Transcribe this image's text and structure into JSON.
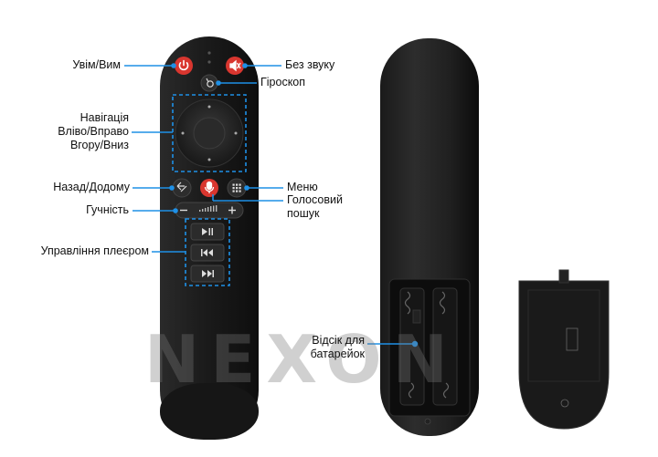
{
  "labels": {
    "power": "Увім/Вим",
    "mute": "Без звуку",
    "gyro": "Гіроскоп",
    "nav_line1": "Навігація",
    "nav_line2": "Вліво/Вправо",
    "nav_line3": "Вгору/Вниз",
    "back_home": "Назад/Додому",
    "menu": "Меню",
    "voice_line1": "Голосовий",
    "voice_line2": "пошук",
    "volume": "Гучність",
    "player": "Управління плеєром",
    "battery_line1": "Відсік для",
    "battery_line2": "батарейок"
  },
  "watermark": "NEXON",
  "colors": {
    "accent": "#1e90e6",
    "red_button": "#d9362f",
    "remote_body": "#1f1f1f"
  },
  "icons": [
    "power-icon",
    "mute-icon",
    "gyro-icon",
    "back-home-icon",
    "microphone-icon",
    "menu-grid-icon",
    "volume-minus-icon",
    "volume-plus-icon",
    "play-pause-icon",
    "previous-icon",
    "next-icon"
  ]
}
